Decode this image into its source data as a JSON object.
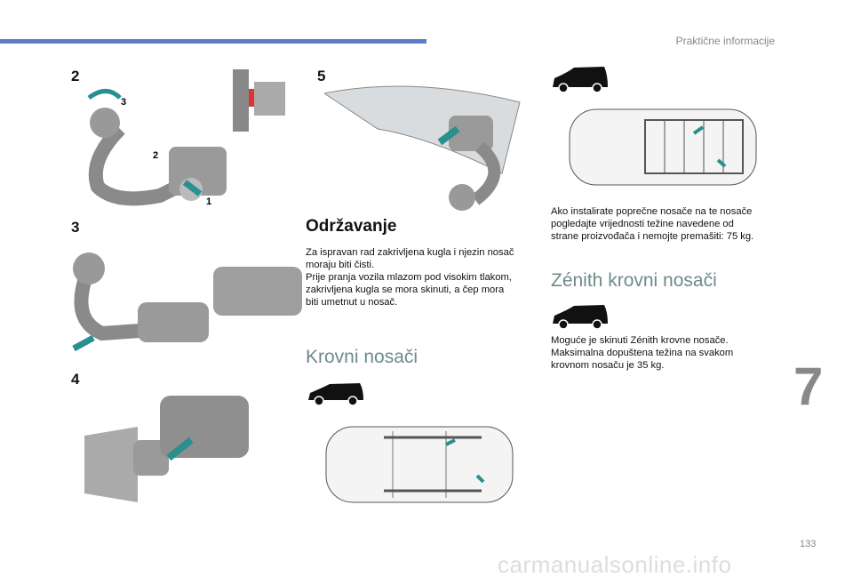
{
  "header": {
    "section_title": "Praktične informacije",
    "accent": "#5b7fc4"
  },
  "figures": {
    "fig2": {
      "label": "2",
      "callouts": [
        "3",
        "2",
        "1"
      ]
    },
    "fig3": {
      "label": "3"
    },
    "fig4": {
      "label": "4"
    },
    "fig5": {
      "label": "5"
    }
  },
  "maintenance": {
    "title": "Održavanje",
    "lines": [
      "Za ispravan rad zakrivljena kugla i njezin nosač",
      "moraju biti čisti.",
      "Prije pranja vozila mlazom pod visokim tlakom,",
      "zakrivljena kugla se mora skinuti, a čep mora",
      "biti umetnut u nosač."
    ]
  },
  "roof_bars": {
    "title": "Krovni nosači"
  },
  "crossbars": {
    "lines": [
      "Ako instalirate poprečne nosače na te nosače",
      "pogledajte vrijednosti težine navedene od",
      "strane proizvođača i nemojte premašiti: 75 kg."
    ]
  },
  "zenith": {
    "title": "Zénith krovni nosači",
    "lines": [
      "Moguće je skinuti Zénith krovne nosače.",
      "Maksimalna dopuštena težina na svakom",
      "krovnom nosaču je 35 kg."
    ]
  },
  "chapter_number": "7",
  "page_number": "133",
  "watermark": "carmanualsonline.info"
}
